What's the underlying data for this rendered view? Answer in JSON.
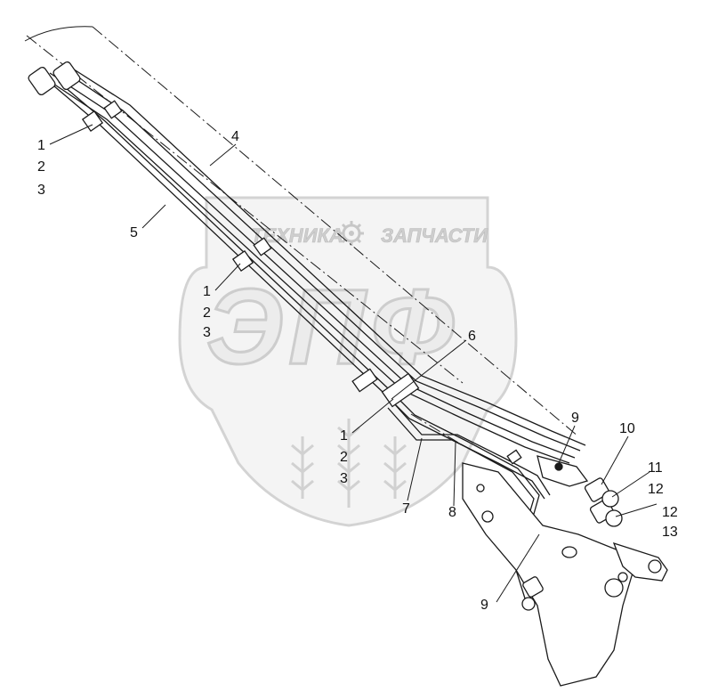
{
  "watermark": {
    "top_text_left": "ТЕХНИКА",
    "top_text_right": "ЗАПЧАСТИ",
    "big_letters": "ЭПФ",
    "gear_icon": "gear-icon",
    "wheat_icon": "wheat-icon"
  },
  "callouts": {
    "c1a": "1",
    "c2a": "2",
    "c3a": "3",
    "c4": "4",
    "c5": "5",
    "c1b": "1",
    "c2b": "2",
    "c3b": "3",
    "c6": "6",
    "c1c": "1",
    "c2c": "2",
    "c3c": "3",
    "c7": "7",
    "c8": "8",
    "c9a": "9",
    "c9b": "9",
    "c10": "10",
    "c11": "11",
    "c12a": "12",
    "c12b": "12",
    "c13": "13"
  },
  "colors": {
    "line": "#1a1a1a",
    "watermark": "#cfcfcf",
    "watermark_fill": "#ececec"
  }
}
